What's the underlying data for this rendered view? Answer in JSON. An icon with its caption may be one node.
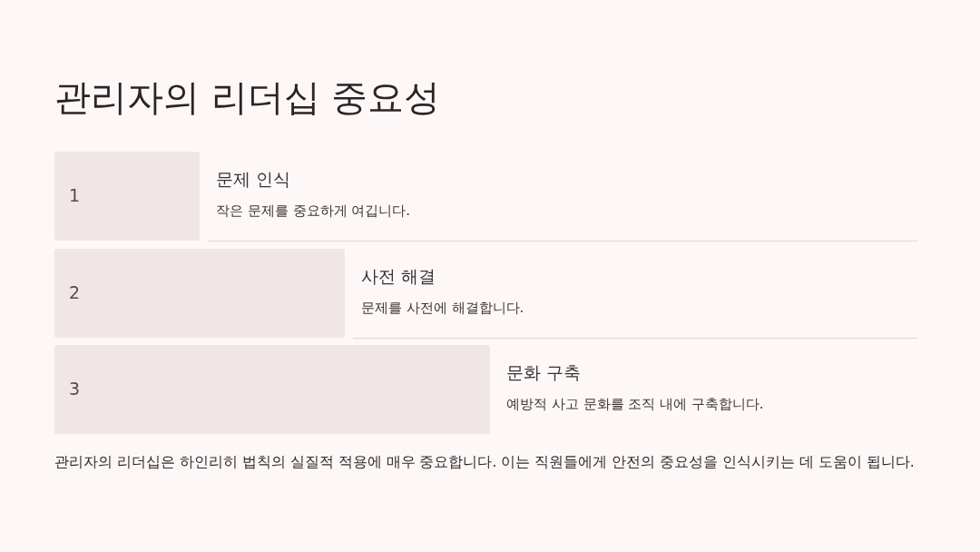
{
  "diagram": {
    "title": "관리자의 리더십 중요성",
    "nodes": [
      {
        "text": [
          "1"
        ],
        "beside": [
          "문제 인식",
          "작은 문제를 중요하게 여깁니다."
        ]
      },
      {
        "text": [
          "2"
        ],
        "beside": [
          "사전 해결",
          "문제를 사전에 해결합니다."
        ]
      },
      {
        "text": [
          "3"
        ],
        "beside": [
          "문화 구축",
          "예방적 사고 문화를 조직 내에 구축합니다."
        ]
      }
    ],
    "caption": "관리자의 리더십은 하인리히 법칙의 실질적 적용에 매우 중요합니다. 이는 직원들에게 안전의 중요성을 인식시키는 데 도움이 됩니다."
  }
}
